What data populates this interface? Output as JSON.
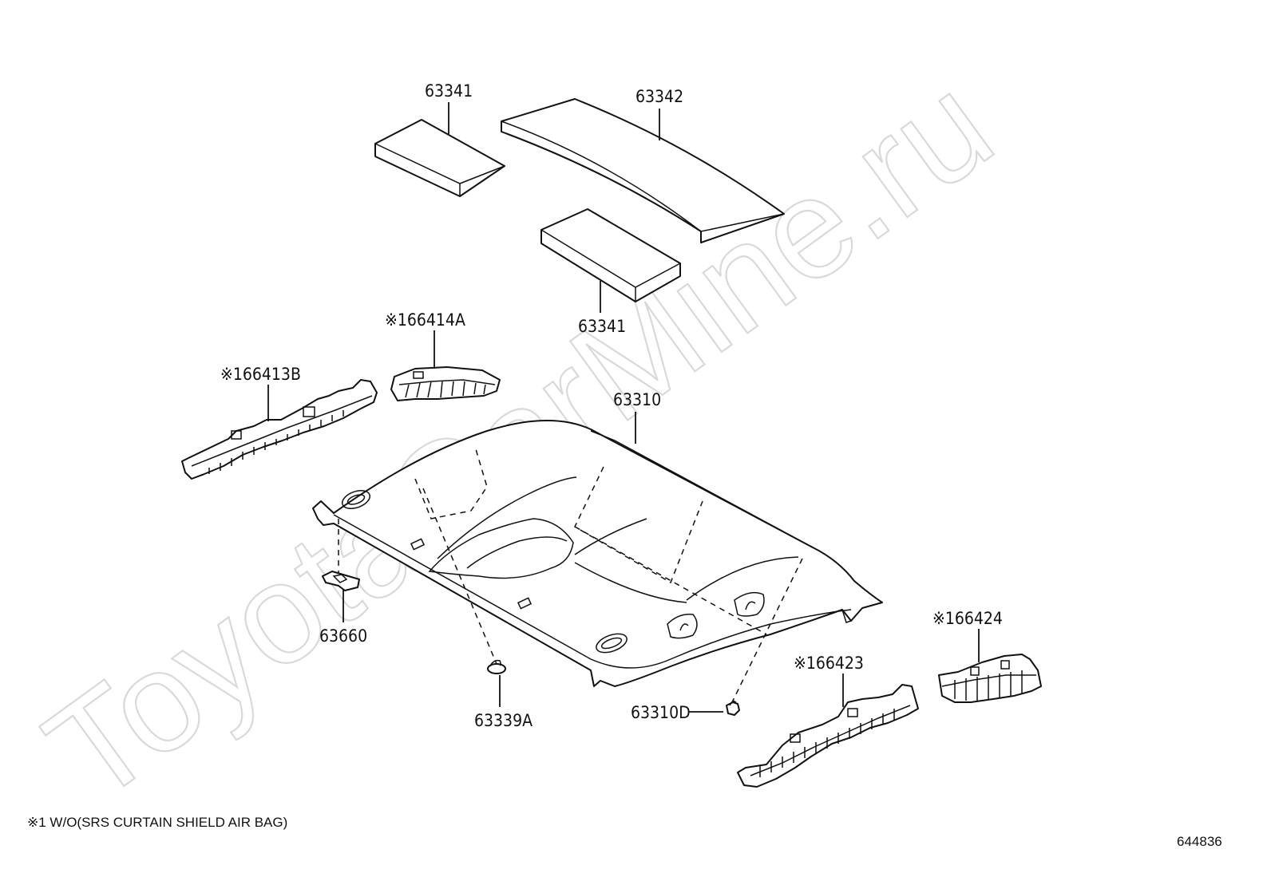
{
  "watermark": "ToyotaCarMine.ru",
  "labels": {
    "p63341_top": "63341",
    "p63342": "63342",
    "p63341_bottom": "63341",
    "p66414A": "※166414A",
    "p66413B": "※166413B",
    "p63310": "63310",
    "p63660": "63660",
    "p63339A": "63339A",
    "p63310D": "63310D",
    "p66423": "※166423",
    "p66424": "※166424"
  },
  "footnote": "※1 W/O(SRS CURTAIN SHIELD AIR BAG)",
  "diagram_code": "644836"
}
